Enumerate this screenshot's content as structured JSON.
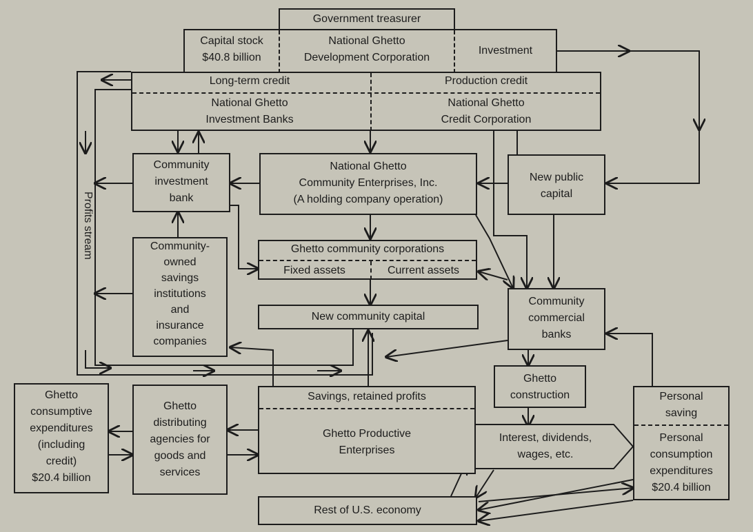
{
  "diagram": {
    "government_treasurer": "Government treasurer",
    "capital_stock": "Capital stock\n$40.8 billion",
    "ngdc": "National Ghetto\nDevelopment Corporation",
    "investment": "Investment",
    "long_term_credit": "Long-term credit",
    "production_credit": "Production credit",
    "investment_banks": "National Ghetto\nInvestment Banks",
    "credit_corporation": "National Ghetto\nCredit Corporation",
    "community_investment_bank": "Community\ninvestment\nbank",
    "community_enterprises": "National Ghetto\nCommunity Enterprises, Inc.\n(A holding company operation)",
    "new_public_capital": "New public\ncapital",
    "profits_stream": "Profits stream",
    "community_owned_savings": "Community-\nowned\nsavings\ninstitutions\nand\ninsurance\ncompanies",
    "community_corporations": "Ghetto community corporations",
    "fixed_assets": "Fixed assets",
    "current_assets": "Current assets",
    "new_community_capital": "New community capital",
    "commercial_banks": "Community\ncommercial\nbanks",
    "ghetto_construction": "Ghetto\nconstruction",
    "consumptive_expenditures": "Ghetto\nconsumptive\nexpenditures\n(including\ncredit)\n$20.4 billion",
    "distributing_agencies": "Ghetto\ndistributing\nagencies for\ngoods and\nservices",
    "savings_retained_profits": "Savings, retained profits",
    "productive_enterprises": "Ghetto Productive\nEnterprises",
    "interest_dividends": "Interest, dividends,\nwages, etc.",
    "personal_saving": "Personal\nsaving",
    "personal_consumption": "Personal\nconsumption\nexpenditures\n$20.4 billion",
    "rest_of_economy": "Rest of U.S. economy"
  }
}
